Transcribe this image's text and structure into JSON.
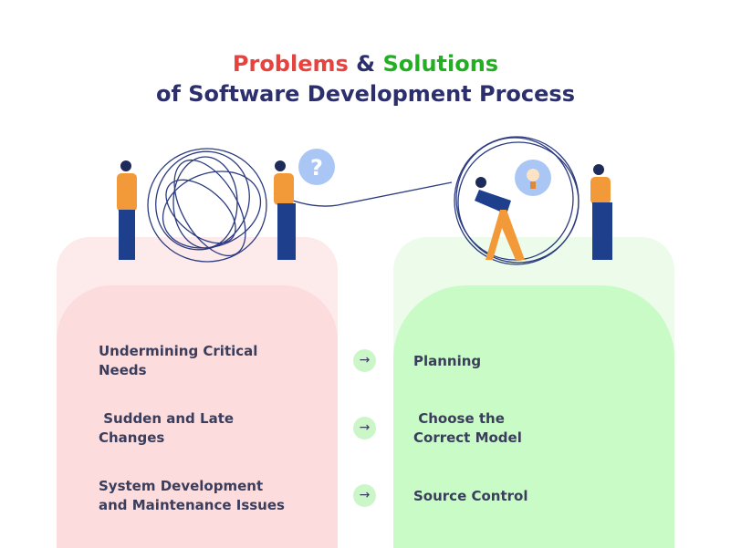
{
  "title": {
    "problems": "Problems",
    "amp": "&",
    "solutions": "Solutions",
    "line2": "of Software Development Process"
  },
  "rows": [
    {
      "problem": "Undermining Critical\nNeeds",
      "solution": "Planning"
    },
    {
      "problem": " Sudden and Late\nChanges",
      "solution": " Choose the\nCorrect Model"
    },
    {
      "problem": "System Development\nand Maintenance Issues",
      "solution": "Source Control"
    }
  ],
  "colors": {
    "problems": "#e8423f",
    "solutions": "#22b022",
    "text": "#2c2f6b"
  }
}
